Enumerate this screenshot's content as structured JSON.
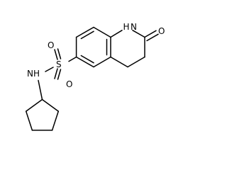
{
  "atoms": {
    "nh_ring": "H",
    "n_ring": "N",
    "o_carbonyl": "O",
    "o_sulfonyl_top": "O",
    "s": "S",
    "o_sulfonyl_bottom": "O",
    "nh_amide": "NH"
  },
  "colors": {
    "bond": "#000000",
    "label": "#000000",
    "background": "#ffffff"
  }
}
